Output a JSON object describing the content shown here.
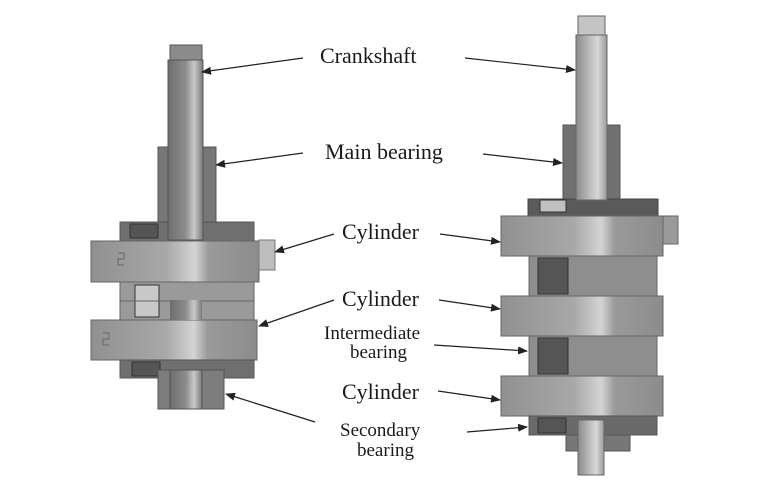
{
  "figure": {
    "description": "Two crankshaft assemblies (left: two-cylinder, right: three-cylinder) with labeled components",
    "labels": {
      "crankshaft": "Crankshaft",
      "main_bearing": "Main bearing",
      "cylinder_1": "Cylinder",
      "cylinder_2": "Cylinder",
      "intermediate_bearing_line1": "Intermediate",
      "intermediate_bearing_line2": "bearing",
      "cylinder_3": "Cylinder",
      "secondary_bearing_line1": "Secondary",
      "secondary_bearing_line2": "bearing"
    },
    "colors": {
      "background": "#ffffff",
      "metal_dark": "#5e5e5e",
      "metal_mid": "#8a8a8a",
      "metal_light": "#b4b4b4",
      "arrow": "#222222"
    }
  }
}
